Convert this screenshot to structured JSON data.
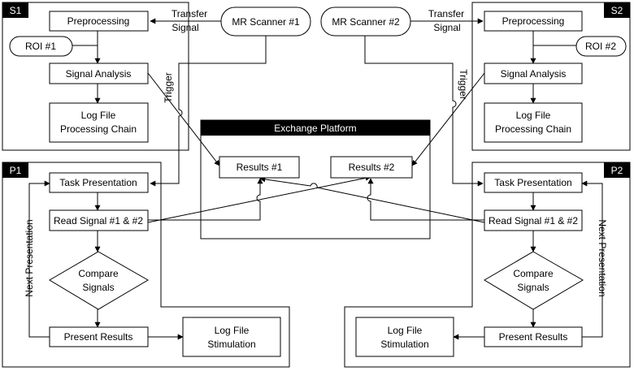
{
  "panels": {
    "s1": "S1",
    "s2": "S2",
    "p1": "P1",
    "p2": "P2",
    "exchange": "Exchange Platform"
  },
  "nodes": {
    "preprocessing_1": "Preprocessing",
    "roi_1": "ROI #1",
    "signal_analysis_1": "Signal Analysis",
    "log_processing_1": [
      "Log File",
      "Processing Chain"
    ],
    "scanner_1": "MR Scanner #1",
    "scanner_2": "MR Scanner #2",
    "preprocessing_2": "Preprocessing",
    "roi_2": "ROI #2",
    "signal_analysis_2": "Signal Analysis",
    "log_processing_2": [
      "Log File",
      "Processing Chain"
    ],
    "results_1": "Results #1",
    "results_2": "Results #2",
    "task_presentation_1": "Task Presentation",
    "read_signal_1": "Read Signal #1 & #2",
    "compare_1": [
      "Compare",
      "Signals"
    ],
    "present_results_1": "Present Results",
    "log_stim_1": [
      "Log File",
      "Stimulation"
    ],
    "task_presentation_2": "Task Presentation",
    "read_signal_2": "Read Signal #1 & #2",
    "compare_2": [
      "Compare",
      "Signals"
    ],
    "present_results_2": "Present Results",
    "log_stim_2": [
      "Log File",
      "Stimulation"
    ]
  },
  "edge_labels": {
    "transfer_1": [
      "Transfer",
      "Signal"
    ],
    "transfer_2": [
      "Transfer",
      "Signal"
    ],
    "trigger_1": "Trigger",
    "trigger_2": "Trigger",
    "next_presentation_1": "Next Presentation",
    "next_presentation_2": "Next Presentation"
  }
}
